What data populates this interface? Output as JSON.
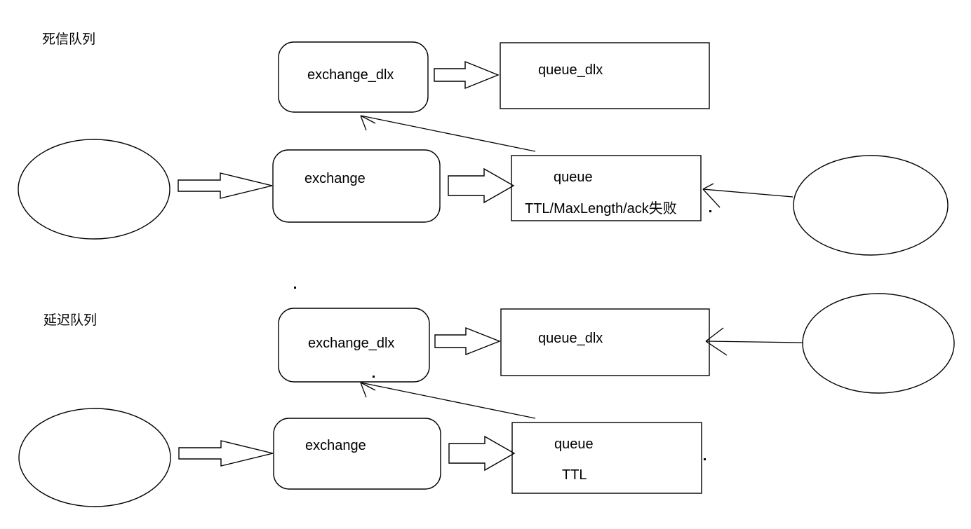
{
  "diagram": {
    "type": "flow-diagram",
    "background_color": "#ffffff",
    "stroke_color": "#000000",
    "sections": [
      {
        "id": "dead-letter-queue",
        "label": "死信队列",
        "nodes": [
          {
            "id": "producer",
            "shape": "ellipse",
            "label": ""
          },
          {
            "id": "exchange",
            "shape": "rounded-rect",
            "label": "exchange"
          },
          {
            "id": "queue",
            "shape": "rect",
            "label": "queue",
            "sublabel": "TTL/MaxLength/ack失败"
          },
          {
            "id": "exchange_dlx",
            "shape": "rounded-rect",
            "label": "exchange_dlx"
          },
          {
            "id": "queue_dlx",
            "shape": "rect",
            "label": "queue_dlx"
          },
          {
            "id": "consumer",
            "shape": "ellipse",
            "label": ""
          }
        ],
        "edges": [
          {
            "from": "producer",
            "to": "exchange",
            "style": "block-arrow"
          },
          {
            "from": "exchange",
            "to": "queue",
            "style": "block-arrow"
          },
          {
            "from": "queue",
            "to": "exchange_dlx",
            "style": "thin-arrow"
          },
          {
            "from": "exchange_dlx",
            "to": "queue_dlx",
            "style": "block-arrow"
          },
          {
            "from": "consumer",
            "to": "queue",
            "style": "thin-arrow"
          }
        ]
      },
      {
        "id": "delay-queue",
        "label": "延迟队列",
        "nodes": [
          {
            "id": "producer2",
            "shape": "ellipse",
            "label": ""
          },
          {
            "id": "exchange2",
            "shape": "rounded-rect",
            "label": "exchange"
          },
          {
            "id": "queue2",
            "shape": "rect",
            "label": "queue",
            "sublabel": "TTL"
          },
          {
            "id": "exchange_dlx2",
            "shape": "rounded-rect",
            "label": "exchange_dlx"
          },
          {
            "id": "queue_dlx2",
            "shape": "rect",
            "label": "queue_dlx"
          },
          {
            "id": "consumer2",
            "shape": "ellipse",
            "label": ""
          }
        ],
        "edges": [
          {
            "from": "producer2",
            "to": "exchange2",
            "style": "block-arrow"
          },
          {
            "from": "exchange2",
            "to": "queue2",
            "style": "block-arrow"
          },
          {
            "from": "queue2",
            "to": "exchange_dlx2",
            "style": "thin-arrow"
          },
          {
            "from": "exchange_dlx2",
            "to": "queue_dlx2",
            "style": "block-arrow"
          },
          {
            "from": "consumer2",
            "to": "queue_dlx2",
            "style": "thin-arrow"
          }
        ]
      }
    ]
  },
  "labels": {
    "section_top": "死信队列",
    "section_bottom": "延迟队列",
    "exchange_dlx_top": "exchange_dlx",
    "queue_dlx_top": "queue_dlx",
    "exchange_top": "exchange",
    "queue_top": "queue",
    "queue_top_sub": "TTL/MaxLength/ack失败",
    "exchange_dlx_bottom": "exchange_dlx",
    "queue_dlx_bottom": "queue_dlx",
    "exchange_bottom": "exchange",
    "queue_bottom": "queue",
    "queue_bottom_sub": "TTL"
  }
}
